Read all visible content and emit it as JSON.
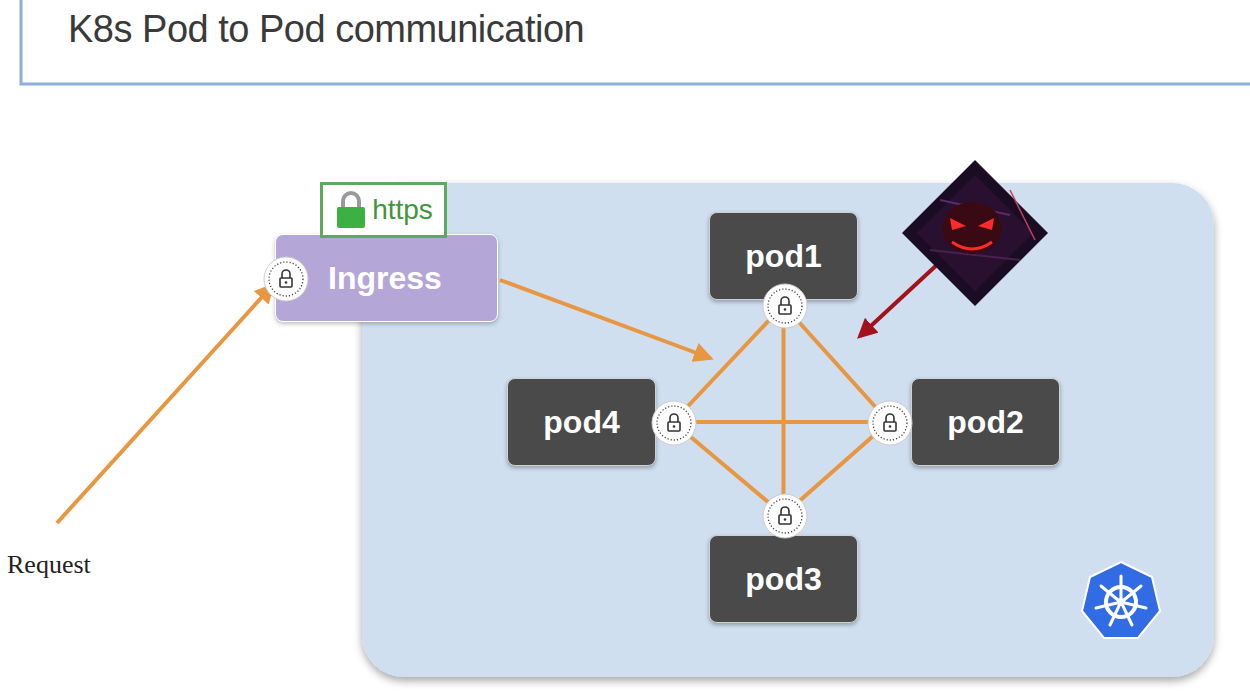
{
  "diagram": {
    "title": "K8s Pod to Pod communication",
    "nodes": [
      {
        "text": [
          "https"
        ]
      },
      {
        "text": [
          "Ingress"
        ]
      },
      {
        "text": [
          "pod1"
        ]
      },
      {
        "text": [
          "pod4"
        ]
      },
      {
        "text": [
          "pod2"
        ]
      },
      {
        "text": [
          "pod3"
        ]
      }
    ],
    "edges": [
      {
        "from": 2,
        "to": 3,
        "arrow": "none"
      },
      {
        "from": 2,
        "to": 4,
        "arrow": "none"
      },
      {
        "from": 2,
        "to": 5,
        "arrow": "none"
      },
      {
        "from": 3,
        "to": 4,
        "arrow": "none"
      },
      {
        "from": 3,
        "to": 5,
        "arrow": "none"
      },
      {
        "from": 4,
        "to": 5,
        "arrow": "none"
      }
    ],
    "labels": [
      "Request"
    ]
  }
}
